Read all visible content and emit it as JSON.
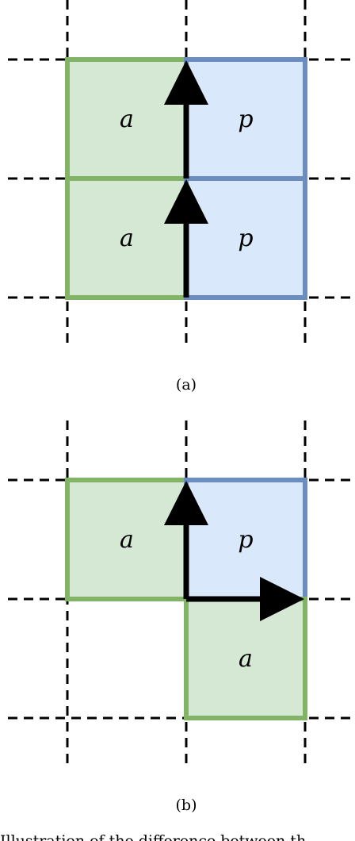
{
  "colors": {
    "green_fill": "#d5e8d4",
    "green_stroke": "#82b366",
    "blue_fill": "#dae8fc",
    "blue_stroke": "#6c8ebf",
    "grid": "#000000",
    "arrow": "#000000"
  },
  "panel_a": {
    "caption": "(a)",
    "cells": [
      {
        "label": "a",
        "kind": "green"
      },
      {
        "label": "p",
        "kind": "blue"
      },
      {
        "label": "a",
        "kind": "green"
      },
      {
        "label": "p",
        "kind": "blue"
      }
    ]
  },
  "panel_b": {
    "caption": "(b)",
    "cells": [
      {
        "label": "a",
        "kind": "green"
      },
      {
        "label": "p",
        "kind": "blue"
      },
      {
        "label": "a",
        "kind": "green"
      }
    ]
  },
  "footer_fragment": "Illustration of the difference between th"
}
